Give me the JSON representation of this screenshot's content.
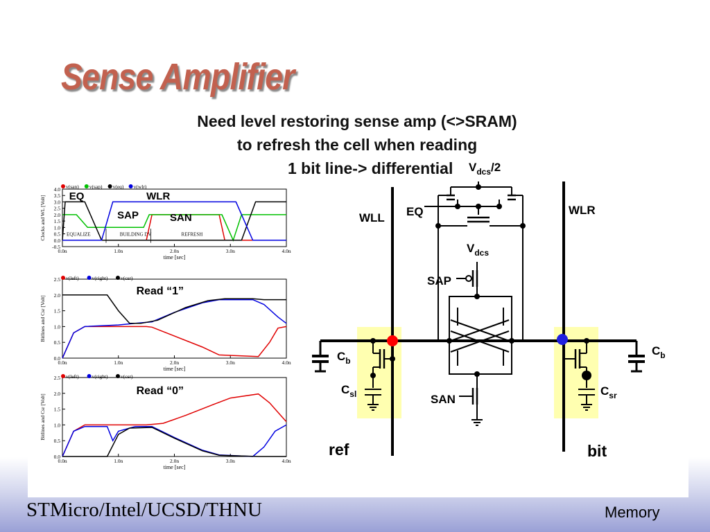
{
  "slide": {
    "title": "Sense Amplifier",
    "subtitle_lines": [
      "Need level restoring sense amp (<>SRAM)",
      "to refresh the cell when reading",
      "1 bit line-> differential"
    ],
    "footer_left": "STMicro/Intel/UCSD/THNU",
    "footer_right": "Memory"
  },
  "circuit": {
    "vdd2_main": "V",
    "vdd2_sub": "dcs",
    "vdd2_tail": "/2",
    "vdd_main": "V",
    "vdd_sub": "dcs",
    "wll": "WLL",
    "wlr": "WLR",
    "eq": "EQ",
    "sap": "SAP",
    "san": "SAN",
    "cb_main": "C",
    "cb_sub": "b",
    "csl_main": "C",
    "csl_sub": "sl",
    "csr_main": "C",
    "csr_sub": "sr",
    "ref": "ref",
    "bit": "bit",
    "colors": {
      "wire": "#000000",
      "highlight": "#ffffb0",
      "ref_node": "#ff0000",
      "bit_node": "#1f1fe0"
    }
  },
  "chart_data": [
    {
      "type": "line",
      "legend": [
        "v(san)",
        "v(sap)",
        "v(eq)",
        "v(wlr)"
      ],
      "ylabel": "Clocks and WL [Volt]",
      "xlabel": "time [sec]",
      "xticks": [
        "0.0n",
        "1.0n",
        "2.0n",
        "3.0n",
        "4.0n"
      ],
      "yticks": [
        "-0.5",
        "0.0",
        "0.5",
        "1.0",
        "1.5",
        "2.0",
        "2.5",
        "3.0",
        "3.5",
        "4.0"
      ],
      "xlim": [
        0,
        4
      ],
      "ylim": [
        -0.5,
        4.0
      ],
      "phases": [
        "EQUALIZE",
        "BUILDING DV",
        "REFRESH"
      ],
      "annotations": [
        "EQ",
        "WLR",
        "SAP",
        "SAN"
      ],
      "series": [
        {
          "name": "v(san)",
          "color": "#e00000",
          "points": [
            [
              0,
              0
            ],
            [
              1.5,
              0
            ],
            [
              1.6,
              2
            ],
            [
              2.8,
              2
            ],
            [
              2.9,
              0
            ],
            [
              4,
              0
            ]
          ]
        },
        {
          "name": "v(sap)",
          "color": "#00c000",
          "points": [
            [
              0,
              2
            ],
            [
              0.25,
              2
            ],
            [
              0.45,
              1
            ],
            [
              1.45,
              1
            ],
            [
              1.55,
              2
            ],
            [
              2.85,
              2
            ],
            [
              3.05,
              0
            ],
            [
              3.2,
              2
            ],
            [
              4,
              2
            ]
          ]
        },
        {
          "name": "v(eq)",
          "color": "#000000",
          "points": [
            [
              0,
              0
            ],
            [
              0.05,
              3
            ],
            [
              0.4,
              3
            ],
            [
              0.7,
              0
            ],
            [
              3.2,
              0
            ],
            [
              3.45,
              3
            ],
            [
              4,
              3
            ]
          ]
        },
        {
          "name": "v(wlr)",
          "color": "#0000e0",
          "points": [
            [
              0,
              0
            ],
            [
              0.7,
              0
            ],
            [
              0.9,
              3
            ],
            [
              3.1,
              3
            ],
            [
              3.4,
              0
            ],
            [
              4,
              0
            ]
          ]
        }
      ]
    },
    {
      "type": "line",
      "title": "Read “1”",
      "legend": [
        "v(left)",
        "v(right)",
        "v(csr)"
      ],
      "ylabel": "Bitlines and Csr [Volt]",
      "xlabel": "time [sec]",
      "xticks": [
        "0.0n",
        "1.0n",
        "2.0n",
        "3.0n",
        "4.0n"
      ],
      "yticks": [
        "0.0",
        "0.5",
        "1.0",
        "1.5",
        "2.0",
        "2.5"
      ],
      "xlim": [
        0,
        4
      ],
      "ylim": [
        0,
        2.5
      ],
      "series": [
        {
          "name": "v(left)",
          "color": "#e00000",
          "points": [
            [
              0,
              0
            ],
            [
              0.2,
              0.8
            ],
            [
              0.4,
              1.0
            ],
            [
              1.5,
              1.0
            ],
            [
              1.6,
              0.98
            ],
            [
              2.5,
              0.35
            ],
            [
              2.8,
              0.1
            ],
            [
              3.5,
              0.05
            ],
            [
              3.7,
              0.5
            ],
            [
              3.85,
              0.95
            ],
            [
              4,
              1.0
            ]
          ]
        },
        {
          "name": "v(right)",
          "color": "#0000e0",
          "points": [
            [
              0,
              0
            ],
            [
              0.2,
              0.8
            ],
            [
              0.4,
              1.0
            ],
            [
              1.0,
              1.05
            ],
            [
              1.3,
              1.1
            ],
            [
              1.6,
              1.15
            ],
            [
              2.0,
              1.45
            ],
            [
              2.5,
              1.75
            ],
            [
              2.8,
              1.85
            ],
            [
              3.4,
              1.85
            ],
            [
              3.6,
              1.7
            ],
            [
              3.85,
              1.3
            ],
            [
              4,
              1.1
            ]
          ]
        },
        {
          "name": "v(csr)",
          "color": "#000000",
          "points": [
            [
              0,
              2
            ],
            [
              0.8,
              2
            ],
            [
              1.0,
              1.5
            ],
            [
              1.2,
              1.1
            ],
            [
              1.4,
              1.1
            ],
            [
              1.7,
              1.2
            ],
            [
              2.2,
              1.6
            ],
            [
              2.6,
              1.82
            ],
            [
              2.9,
              1.88
            ],
            [
              3.4,
              1.88
            ],
            [
              3.6,
              1.85
            ],
            [
              4,
              1.85
            ]
          ]
        }
      ]
    },
    {
      "type": "line",
      "title": "Read “0”",
      "legend": [
        "v(left)",
        "v(right)",
        "v(csr)"
      ],
      "ylabel": "Bitlines and Csr [Volt]",
      "xlabel": "time [sec]",
      "xticks": [
        "0.0n",
        "1.0n",
        "2.0n",
        "3.0n",
        "4.0n"
      ],
      "yticks": [
        "0.0",
        "0.5",
        "1.0",
        "1.5",
        "2.0",
        "2.5"
      ],
      "xlim": [
        0,
        4
      ],
      "ylim": [
        0,
        2.5
      ],
      "series": [
        {
          "name": "v(left)",
          "color": "#e00000",
          "points": [
            [
              0,
              0
            ],
            [
              0.2,
              0.8
            ],
            [
              0.4,
              1.0
            ],
            [
              1.5,
              1.0
            ],
            [
              1.8,
              1.05
            ],
            [
              2.2,
              1.3
            ],
            [
              2.7,
              1.65
            ],
            [
              3.0,
              1.85
            ],
            [
              3.5,
              1.98
            ],
            [
              3.7,
              1.7
            ],
            [
              3.9,
              1.3
            ],
            [
              4,
              1.1
            ]
          ]
        },
        {
          "name": "v(right)",
          "color": "#0000e0",
          "points": [
            [
              0,
              0
            ],
            [
              0.2,
              0.8
            ],
            [
              0.4,
              0.95
            ],
            [
              0.8,
              0.95
            ],
            [
              0.9,
              0.5
            ],
            [
              1.0,
              0.8
            ],
            [
              1.3,
              0.95
            ],
            [
              1.6,
              0.95
            ],
            [
              2.0,
              0.6
            ],
            [
              2.5,
              0.2
            ],
            [
              2.8,
              0.05
            ],
            [
              3.4,
              0
            ],
            [
              3.6,
              0.3
            ],
            [
              3.8,
              0.8
            ],
            [
              4,
              1.0
            ]
          ]
        },
        {
          "name": "v(csr)",
          "color": "#000000",
          "points": [
            [
              0,
              0
            ],
            [
              0.8,
              0
            ],
            [
              1.0,
              0.7
            ],
            [
              1.2,
              0.9
            ],
            [
              1.6,
              0.92
            ],
            [
              2.0,
              0.58
            ],
            [
              2.5,
              0.18
            ],
            [
              2.8,
              0.04
            ],
            [
              3.5,
              0
            ],
            [
              4,
              0
            ]
          ]
        }
      ]
    }
  ]
}
